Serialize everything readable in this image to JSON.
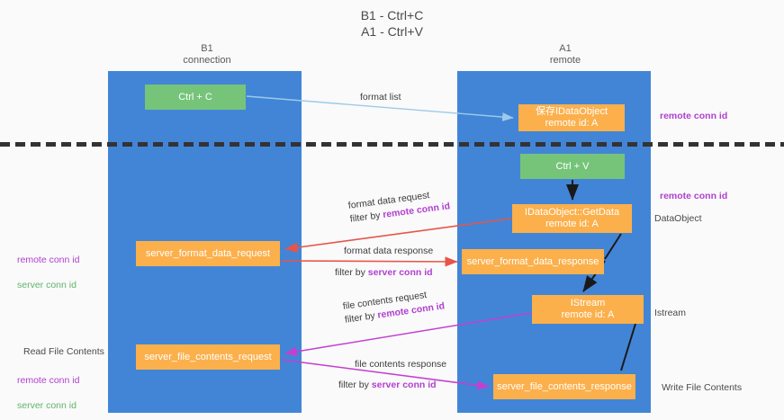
{
  "title": "B1 - Ctrl+C\nA1 - Ctrl+V",
  "lanes": [
    {
      "id": "b1",
      "label": "B1\nconnection"
    },
    {
      "id": "a1",
      "label": "A1\nremote"
    }
  ],
  "nodes": {
    "ctrl_c": "Ctrl + C",
    "save_idataobject": "保存IDataObject\nremote id: A",
    "ctrl_v": "Ctrl + V",
    "getdata": "IDataObject::GetData\nremote id: A",
    "server_format_data_request": "server_format_data_request",
    "server_format_data_response": "server_format_data_response",
    "istream": "IStream\nremote id: A",
    "server_file_contents_request": "server_file_contents_request",
    "server_file_contents_response": "server_file_contents_response"
  },
  "edge_labels": {
    "format_list": "format list",
    "format_data_request": "format data request",
    "format_data_request_filter_prefix": "filter by ",
    "format_data_request_filter_key": "remote conn id",
    "format_data_response": "format data response",
    "format_data_response_filter_prefix": "filter by ",
    "format_data_response_filter_key": "server conn id",
    "file_contents_request": "file contents request",
    "file_contents_request_filter_prefix": "filter by ",
    "file_contents_request_filter_key": "remote conn id",
    "file_contents_response": "file contents response",
    "file_contents_response_filter_prefix": "filter by ",
    "file_contents_response_filter_key": "server conn id"
  },
  "annotations": {
    "right_remote_conn_id_top": "remote conn id",
    "right_remote_conn_id_mid": "remote conn id",
    "right_dataobject": "DataObject",
    "right_istream": "Istream",
    "right_write_file_contents": "Write File Contents",
    "left_remote_conn_id": "remote conn id",
    "left_server_conn_id": "server conn id",
    "left_read_file_contents": "Read File Contents",
    "left_remote_conn_id_2": "remote conn id",
    "left_server_conn_id_2": "server conn id"
  },
  "colors": {
    "lane_blue": "#4285d6",
    "node_green": "#76c47a",
    "node_orange": "#fbb04c",
    "remote_conn_id": "#b13fd0",
    "server_conn_id": "#5fb56a",
    "arrow_light_blue": "#9ec9ea",
    "arrow_red": "#e8544a",
    "arrow_magenta": "#c43fd0",
    "arrow_dark": "#1a1a1a",
    "divider": "#333333",
    "background": "#fafafa"
  }
}
